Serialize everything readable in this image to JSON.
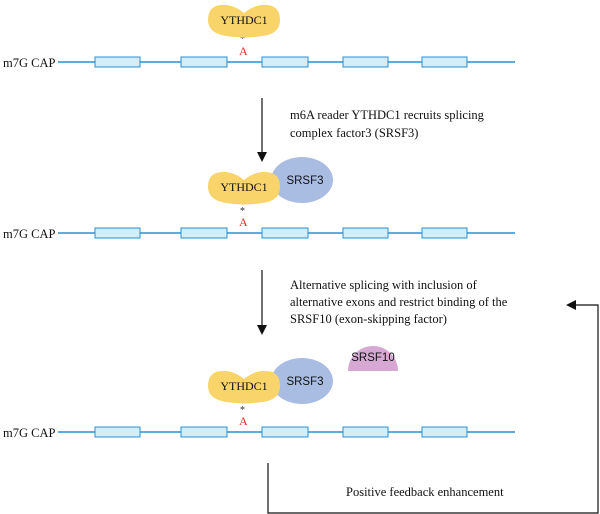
{
  "colors": {
    "mrna_line": "#2a8fd0",
    "exon_fill": "#d4eef8",
    "exon_stroke": "#2a8fd0",
    "ythdc1": "#f9d46a",
    "srsf3": "#a9bde3",
    "srsf10": "#d6a8d3",
    "m6a_text": "#e0312a",
    "arrow": "#111111"
  },
  "rows": [
    {
      "cap_label": "m7G CAP",
      "star": "*",
      "m6a_label": "A",
      "proteins": [
        "YTHDC1"
      ]
    },
    {
      "cap_label": "m7G CAP",
      "star": "*",
      "m6a_label": "A",
      "proteins": [
        "YTHDC1",
        "SRSF3"
      ]
    },
    {
      "cap_label": "m7G CAP",
      "star": "*",
      "m6a_label": "A",
      "proteins": [
        "YTHDC1",
        "SRSF3"
      ]
    }
  ],
  "steps": {
    "step1": [
      "m6A reader YTHDC1 recruits splicing",
      "complex factor3 (SRSF3)"
    ],
    "step2": [
      "Alternative splicing with inclusion of",
      "alternative exons and restrict binding of the",
      "SRSF10 (exon-skipping factor)"
    ]
  },
  "free_protein": {
    "label": "SRSF10"
  },
  "feedback": {
    "label": "Positive feedback enhancement"
  },
  "icons": {
    "ythdc1": "ythdc1-kidney-shape-icon",
    "srsf3": "srsf3-ellipse-icon",
    "srsf10": "srsf10-semicircle-icon"
  }
}
